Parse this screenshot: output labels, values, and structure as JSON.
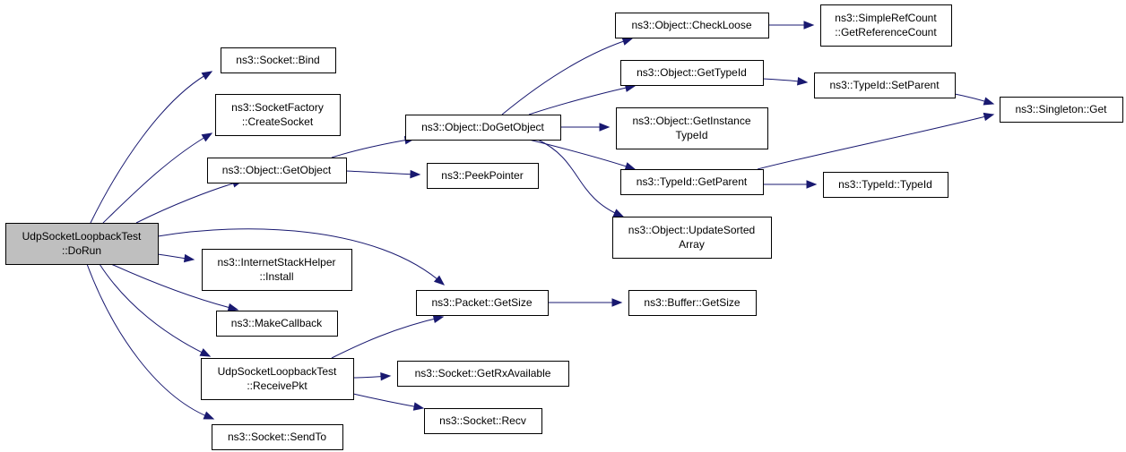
{
  "diagram": {
    "type": "call-graph",
    "edge_color": "#191970",
    "root_fill": "#bfbfbf",
    "nodes": [
      {
        "id": "dorun",
        "lines": [
          "UdpSocketLoopbackTest",
          "::DoRun"
        ],
        "root": true
      },
      {
        "id": "bind",
        "lines": [
          "ns3::Socket::Bind"
        ]
      },
      {
        "id": "createsocket",
        "lines": [
          "ns3::SocketFactory",
          "::CreateSocket"
        ]
      },
      {
        "id": "getobject",
        "lines": [
          "ns3::Object::GetObject"
        ]
      },
      {
        "id": "install",
        "lines": [
          "ns3::InternetStackHelper",
          "::Install"
        ]
      },
      {
        "id": "makecallback",
        "lines": [
          "ns3::MakeCallback"
        ]
      },
      {
        "id": "receivepkt",
        "lines": [
          "UdpSocketLoopbackTest",
          "::ReceivePkt"
        ]
      },
      {
        "id": "sendto",
        "lines": [
          "ns3::Socket::SendTo"
        ]
      },
      {
        "id": "dogetobject",
        "lines": [
          "ns3::Object::DoGetObject"
        ]
      },
      {
        "id": "peekpointer",
        "lines": [
          "ns3::PeekPointer"
        ]
      },
      {
        "id": "packetgetsize",
        "lines": [
          "ns3::Packet::GetSize"
        ]
      },
      {
        "id": "getrxavailable",
        "lines": [
          "ns3::Socket::GetRxAvailable"
        ]
      },
      {
        "id": "recv",
        "lines": [
          "ns3::Socket::Recv"
        ]
      },
      {
        "id": "checkloose",
        "lines": [
          "ns3::Object::CheckLoose"
        ]
      },
      {
        "id": "gettypeid",
        "lines": [
          "ns3::Object::GetTypeId"
        ]
      },
      {
        "id": "getinstancetypeid",
        "lines": [
          "ns3::Object::GetInstance",
          "TypeId"
        ]
      },
      {
        "id": "getparent",
        "lines": [
          "ns3::TypeId::GetParent"
        ]
      },
      {
        "id": "updatesorted",
        "lines": [
          "ns3::Object::UpdateSorted",
          "Array"
        ]
      },
      {
        "id": "buffergetsize",
        "lines": [
          "ns3::Buffer::GetSize"
        ]
      },
      {
        "id": "getrefcount",
        "lines": [
          "ns3::SimpleRefCount",
          "::GetReferenceCount"
        ]
      },
      {
        "id": "setparent",
        "lines": [
          "ns3::TypeId::SetParent"
        ]
      },
      {
        "id": "typeidctor",
        "lines": [
          "ns3::TypeId::TypeId"
        ]
      },
      {
        "id": "singletonget",
        "lines": [
          "ns3::Singleton::Get"
        ]
      }
    ],
    "edges": [
      [
        "dorun",
        "bind"
      ],
      [
        "dorun",
        "createsocket"
      ],
      [
        "dorun",
        "getobject"
      ],
      [
        "dorun",
        "packetgetsize"
      ],
      [
        "dorun",
        "install"
      ],
      [
        "dorun",
        "makecallback"
      ],
      [
        "dorun",
        "receivepkt"
      ],
      [
        "dorun",
        "sendto"
      ],
      [
        "getobject",
        "dogetobject"
      ],
      [
        "getobject",
        "peekpointer"
      ],
      [
        "receivepkt",
        "packetgetsize"
      ],
      [
        "receivepkt",
        "getrxavailable"
      ],
      [
        "receivepkt",
        "recv"
      ],
      [
        "dogetobject",
        "checkloose"
      ],
      [
        "dogetobject",
        "gettypeid"
      ],
      [
        "dogetobject",
        "getinstancetypeid"
      ],
      [
        "dogetobject",
        "getparent"
      ],
      [
        "dogetobject",
        "updatesorted"
      ],
      [
        "packetgetsize",
        "buffergetsize"
      ],
      [
        "checkloose",
        "getrefcount"
      ],
      [
        "gettypeid",
        "setparent"
      ],
      [
        "getparent",
        "singletonget"
      ],
      [
        "getparent",
        "typeidctor"
      ],
      [
        "setparent",
        "singletonget"
      ]
    ]
  }
}
